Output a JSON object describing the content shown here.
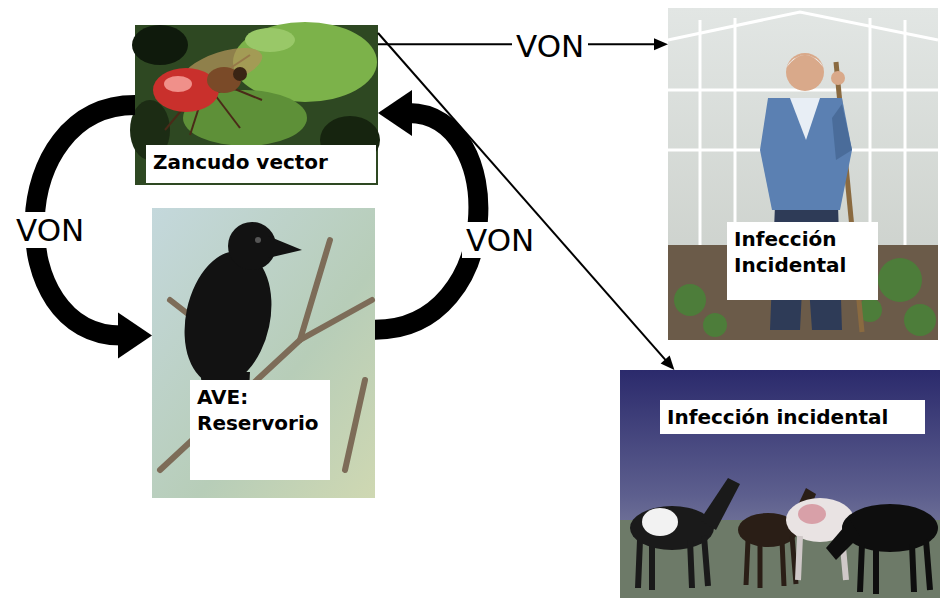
{
  "diagram": {
    "nodes": [
      {
        "text": [
          "Zancudo vector"
        ]
      },
      {
        "text": [
          "AVE: Reservorio"
        ]
      },
      {
        "text": [
          "Infección Incidental"
        ]
      },
      {
        "text": [
          "Infección incidental"
        ]
      }
    ],
    "edges": [
      {
        "from": 0,
        "to": 1,
        "arrow": "to",
        "label": "VON"
      },
      {
        "from": 1,
        "to": 0,
        "arrow": "to",
        "label": "VON"
      },
      {
        "from": 0,
        "to": 2,
        "arrow": "to",
        "label": "VON"
      },
      {
        "from": 0,
        "to": 3,
        "arrow": "to"
      }
    ]
  }
}
